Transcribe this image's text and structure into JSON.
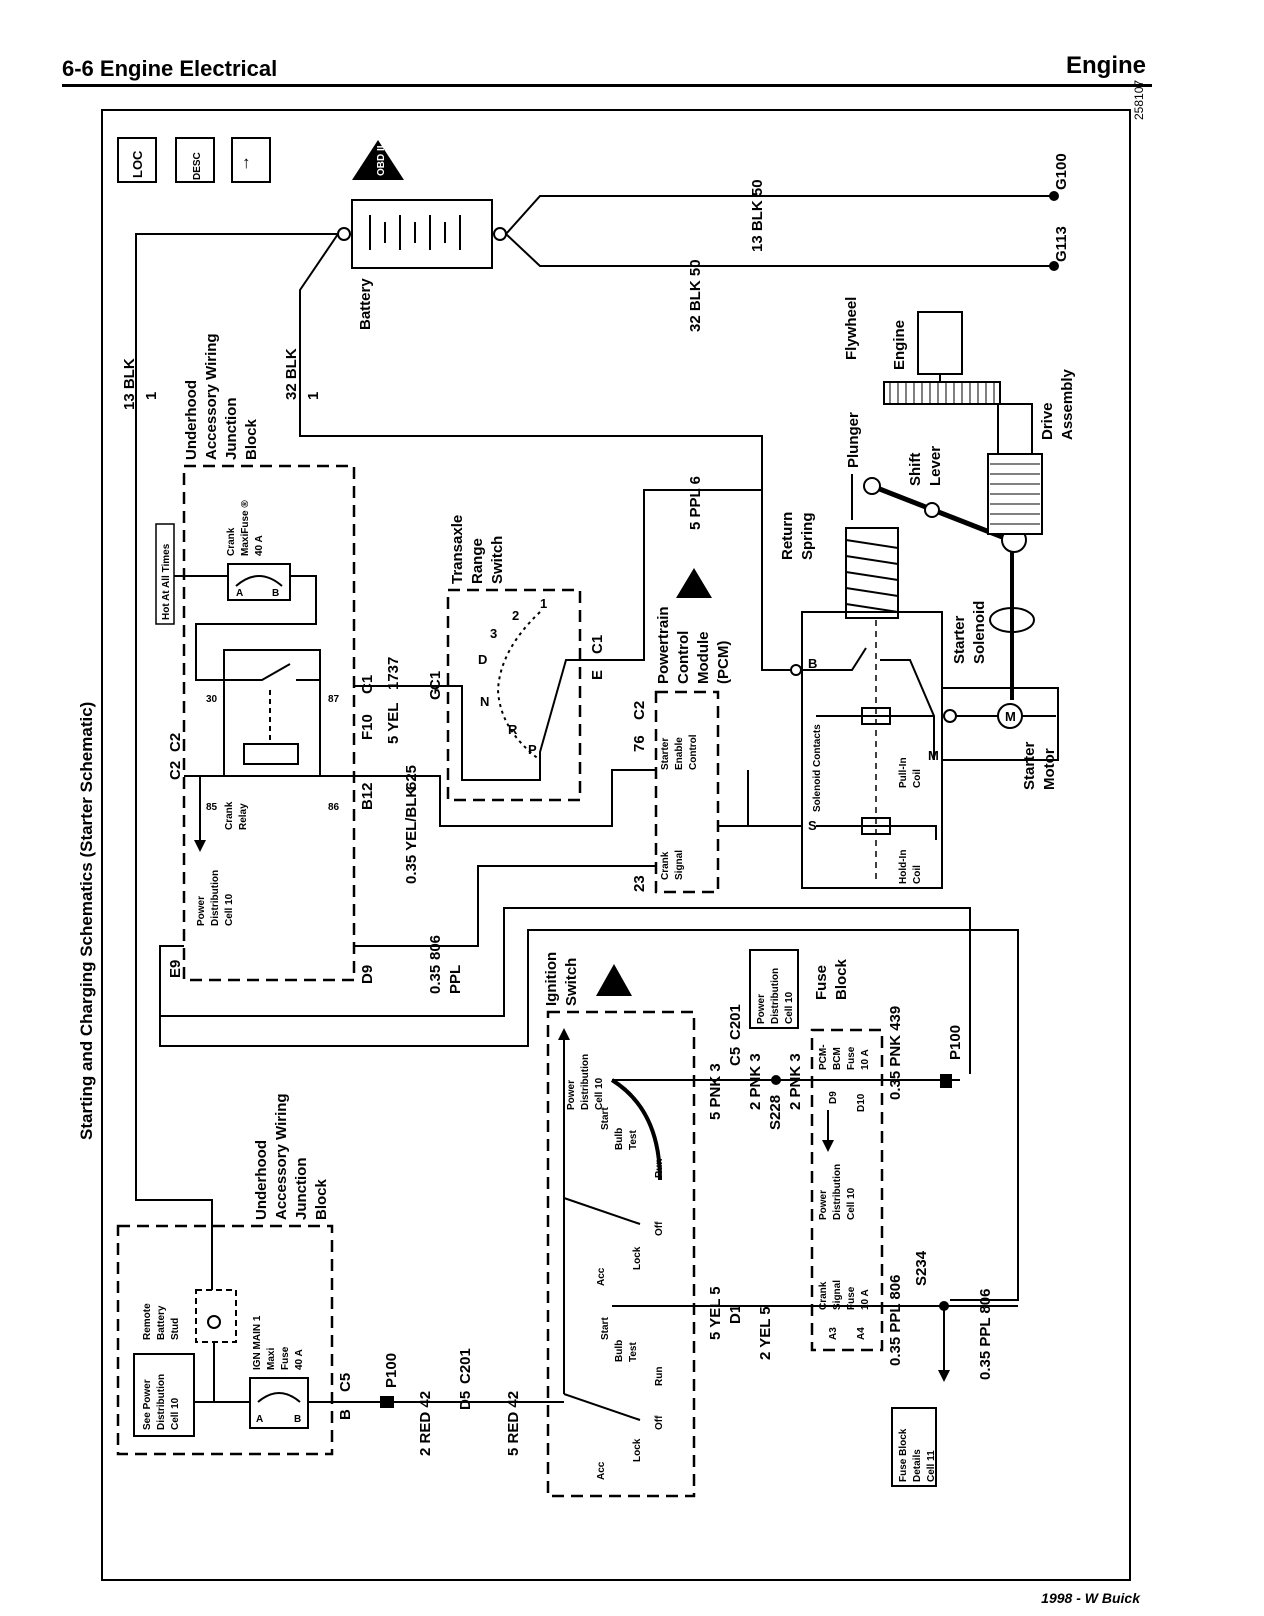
{
  "header": {
    "section": "6-6 Engine Electrical",
    "chapter": "Engine"
  },
  "doc_number": "258107",
  "footer": "1998 - W Buick",
  "diagram": {
    "title": "Starting and Charging Schematics (Starter Schematic)",
    "icons": [
      "LOC",
      "DESC",
      "↑"
    ],
    "battery": "Battery",
    "grounds": [
      "G100",
      "G113"
    ],
    "wires": {
      "w13blk50": "13 BLK 50",
      "w32blk50": "32 BLK 50",
      "w13blk1": "13 BLK",
      "w13blk1b": "1",
      "w32blk1": "32 BLK",
      "w32blk1b": "1",
      "w5ppl6": "5 PPL 6",
      "w5yel1737": "5 YEL",
      "n1737": "1737",
      "w035yelblk": "0.35 YEL/BLK",
      "n625": "625",
      "w035ppl": "0.35",
      "w035pplb": "PPL",
      "n806": "806",
      "w2red": "2 RED 42",
      "w5red": "5 RED 42",
      "w5yel": "5 YEL 5",
      "w2yel": "2 YEL 5",
      "w5pnk": "5 PNK 3",
      "w2pnk": "2 PNK 3",
      "w2pnkb": "2 PNK 3",
      "w035pnk": "0.35 PNK 439",
      "w035ppl806a": "0.35 PPL 806",
      "w035ppl806b": "0.35 PPL 806"
    },
    "connectors": {
      "c2a": "C2",
      "c2b": "C2",
      "c1a": "C1",
      "c1b": "C1",
      "c1c": "C1",
      "f10": "F10",
      "b12": "B12",
      "e9": "E9",
      "d9": "D9",
      "g": "G",
      "e": "E",
      "c2pcm": "C2",
      "n76": "76",
      "n23": "23",
      "by": "B",
      "c5": "C5",
      "p100a": "P100",
      "d5": "D5",
      "c201a": "C201",
      "c5b": "C5",
      "c201b": "C201",
      "s228": "S228",
      "d1": "D1",
      "s234": "S234",
      "p100b": "P100"
    },
    "labels": {
      "ujb1": [
        "Underhood",
        "Accessory Wiring",
        "Junction",
        "Block"
      ],
      "ujb2": [
        "Underhood",
        "Accessory Wiring",
        "Junction",
        "Block"
      ],
      "hot": "Hot At All Times",
      "crankfuse": [
        "Crank",
        "MaxiFuse ®",
        "40 A"
      ],
      "crankrelay": [
        "Crank",
        "Relay"
      ],
      "pdc10a": [
        "Power",
        "Distribution",
        "Cell 10"
      ],
      "pin30": "30",
      "pin87": "87",
      "pin85": "85",
      "pin86": "86",
      "trs": [
        "Transaxle",
        "Range",
        "Switch"
      ],
      "trs_pos": [
        "1",
        "2",
        "3",
        "D",
        "N",
        "R",
        "P"
      ],
      "pcm": [
        "Powertrain",
        "Control",
        "Module",
        "(PCM)"
      ],
      "sec": [
        "Starter",
        "Enable",
        "Control"
      ],
      "cranksig": [
        "Crank",
        "Signal"
      ],
      "ign": [
        "Ignition",
        "Switch"
      ],
      "ign_pos": [
        "Start",
        "Bulb",
        "Test",
        "Run",
        "Off",
        "Lock",
        "Acc"
      ],
      "pdc10b": [
        "Power",
        "Distribution",
        "Cell 10"
      ],
      "pdc10c": [
        "Power",
        "Distribution",
        "Cell 10"
      ],
      "pdc10d": [
        "Power",
        "Distribution",
        "Cell 10"
      ],
      "fuseblock": [
        "Fuse",
        "Block"
      ],
      "pcmfuse": [
        "PCM-",
        "BCM",
        "Fuse",
        "10 A"
      ],
      "d9": "D9",
      "d10": "D10",
      "crankfuse2": [
        "Crank",
        "Signal",
        "Fuse",
        "10 A"
      ],
      "a3": "A3",
      "a4": "A4",
      "fbd": [
        "Fuse Block",
        "Details",
        "Cell 11"
      ],
      "rbs": [
        "Remote",
        "Battery",
        "Stud"
      ],
      "ignmain": [
        "IGN MAIN 1",
        "Maxi",
        "Fuse",
        "40 A"
      ],
      "seepdc": [
        "See Power",
        "Distribution",
        "Cell 10"
      ],
      "pinA": "A",
      "pinB": "B",
      "solcontacts": "Solenoid Contacts",
      "pullin": [
        "Pull-In",
        "Coil"
      ],
      "holdin": [
        "Hold-In",
        "Coil"
      ],
      "sterm": "S",
      "bterm": "B",
      "mterm": "M",
      "starter_sol": [
        "Starter",
        "Solenoid"
      ],
      "starter_motor": [
        "Starter",
        "Motor"
      ],
      "return_spring": [
        "Return",
        "Spring"
      ],
      "plunger": "Plunger",
      "shift": [
        "Shift",
        "Lever"
      ],
      "flywheel": "Flywheel",
      "engine": "Engine",
      "drive": [
        "Drive",
        "Assembly"
      ],
      "obdii": "OBD II"
    }
  }
}
